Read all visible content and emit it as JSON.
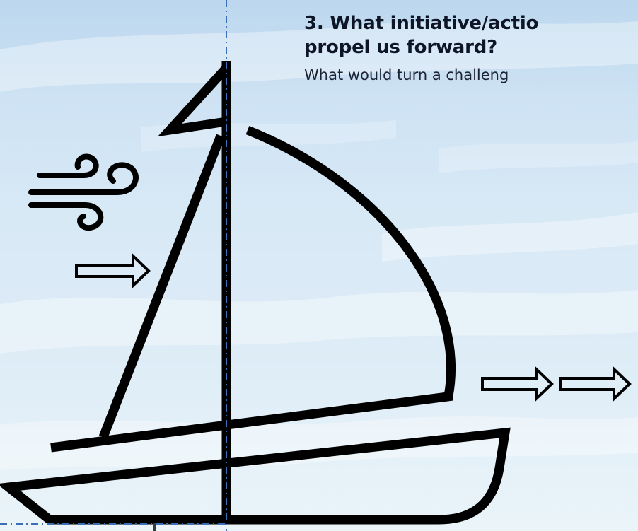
{
  "question": {
    "title_line1": "3. What initiative/actio",
    "title_line2": "propel us forward?",
    "subtitle": "What would turn a challeng"
  },
  "icons": {
    "wind": "wind-icon",
    "arrow": "right-arrow-outline-icon",
    "boat": "sailboat-icon"
  },
  "colors": {
    "sky_top": "#bcd7ee",
    "sky_bottom": "#eaf4f9",
    "outline": "#000000",
    "guide_line": "#3b6fb8"
  }
}
